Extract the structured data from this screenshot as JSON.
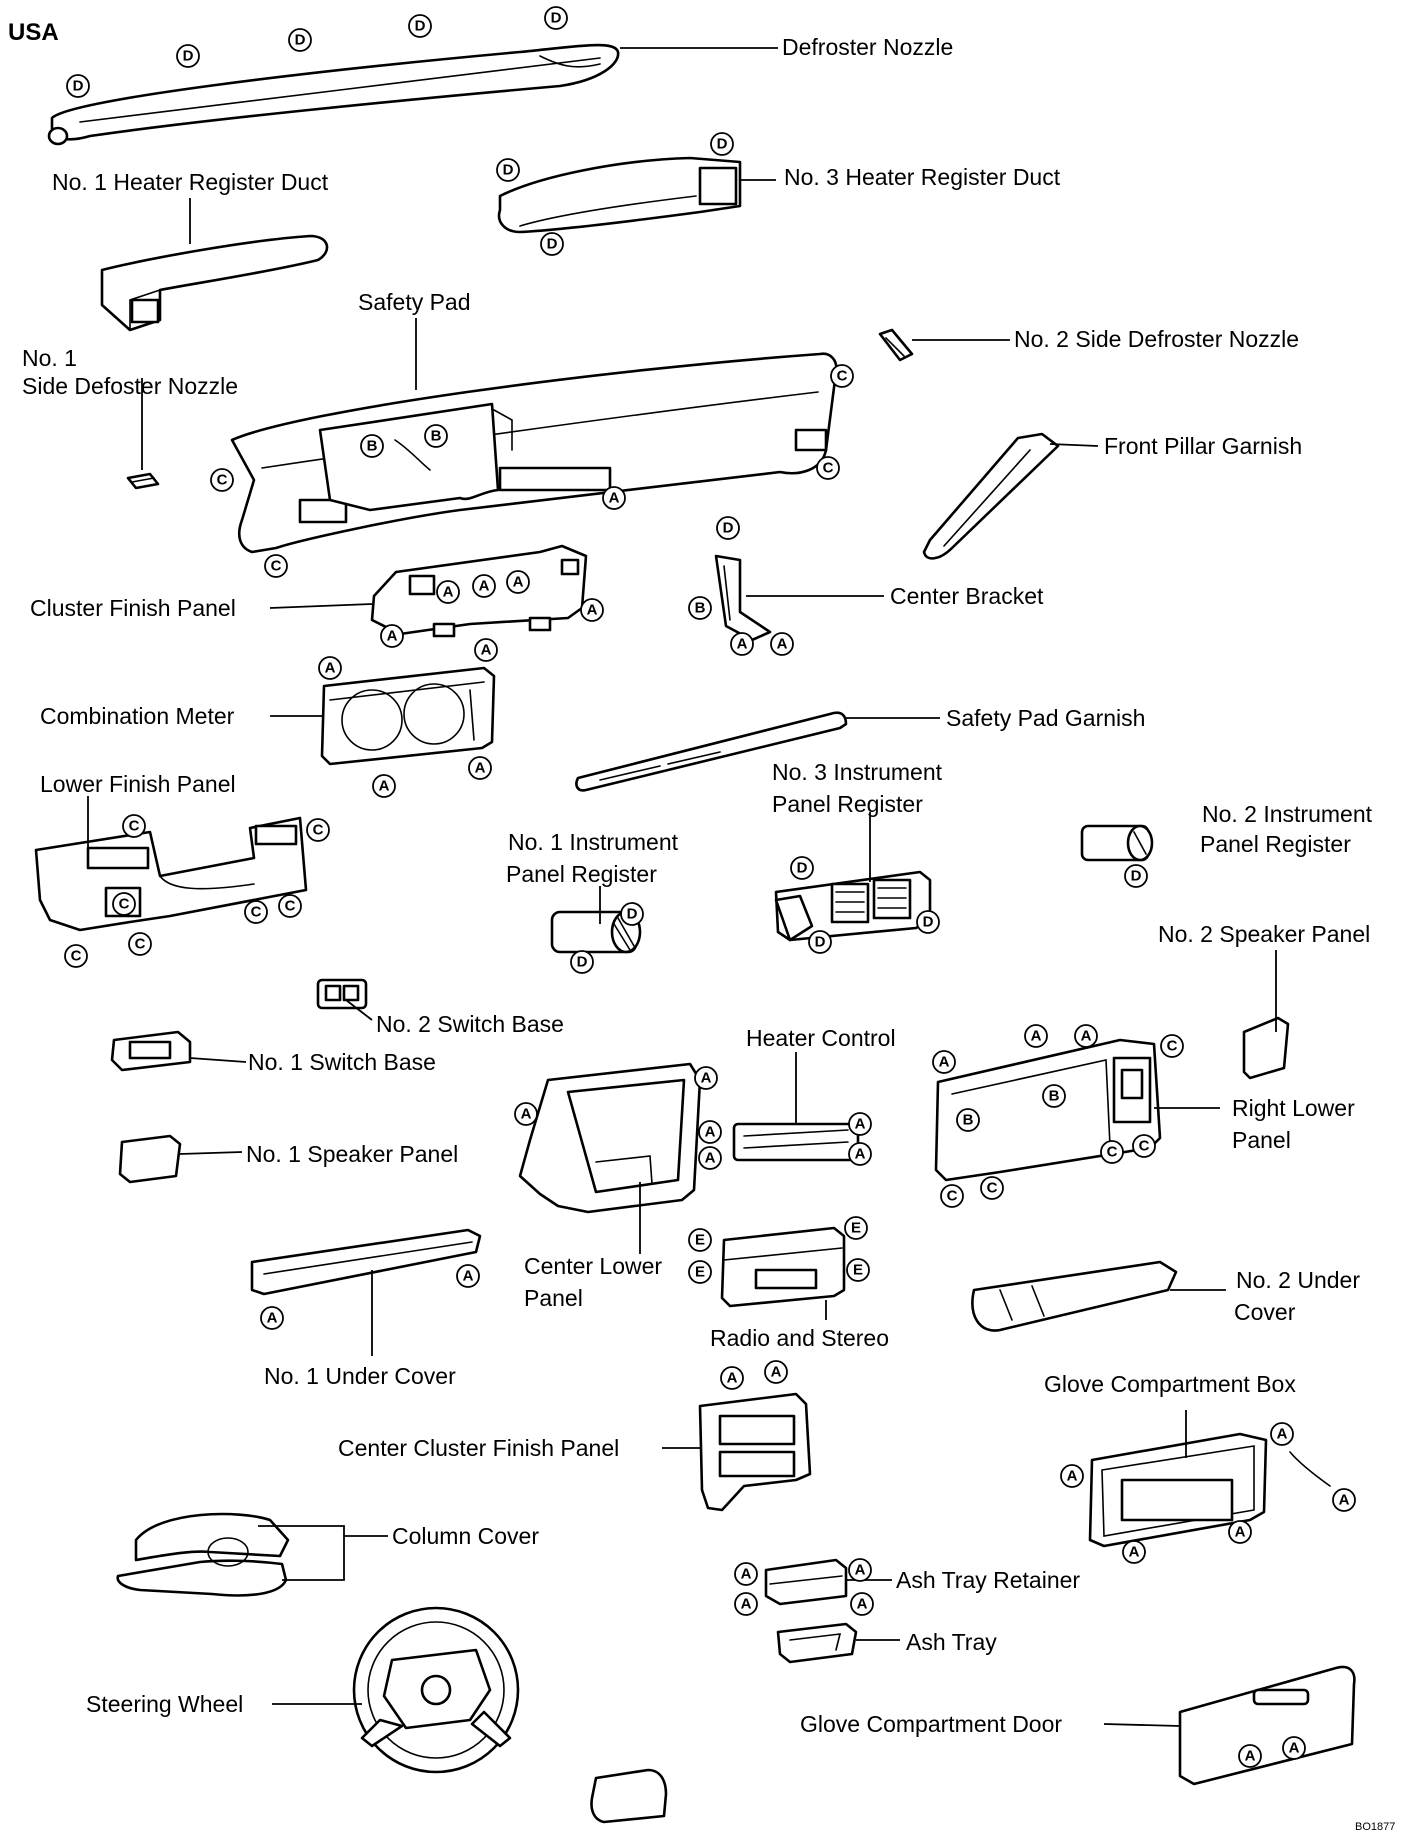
{
  "region": "USA",
  "code": "BO1877",
  "labels": {
    "defroster_nozzle": "Defroster Nozzle",
    "no1_heater_register_duct": "No. 1 Heater Register Duct",
    "no3_heater_register_duct": "No. 3 Heater Register Duct",
    "safety_pad": "Safety Pad",
    "no1_side_defroster_nozzle_line1": "No. 1",
    "no1_side_defroster_nozzle_line2": "Side Defoster Nozzle",
    "no2_side_defroster_nozzle": "No. 2 Side Defroster Nozzle",
    "front_pillar_garnish": "Front Pillar Garnish",
    "cluster_finish_panel": "Cluster Finish Panel",
    "center_bracket": "Center Bracket",
    "combination_meter": "Combination Meter",
    "safety_pad_garnish": "Safety Pad Garnish",
    "lower_finish_panel": "Lower Finish Panel",
    "no3_instrument_panel_register_line1": "No. 3 Instrument",
    "no3_instrument_panel_register_line2": "Panel Register",
    "no1_instrument_panel_register_line1": "No. 1 Instrument",
    "no1_instrument_panel_register_line2": "Panel Register",
    "no2_instrument_panel_register_line1": "No. 2 Instrument",
    "no2_instrument_panel_register_line2": "Panel Register",
    "no2_speaker_panel": "No. 2 Speaker Panel",
    "no2_switch_base": "No. 2 Switch Base",
    "no1_switch_base": "No. 1 Switch Base",
    "heater_control": "Heater Control",
    "right_lower_panel_line1": "Right Lower",
    "right_lower_panel_line2": "Panel",
    "no1_speaker_panel": "No. 1 Speaker Panel",
    "center_lower_panel_line1": "Center Lower",
    "center_lower_panel_line2": "Panel",
    "radio_and_stereo": "Radio and Stereo",
    "no2_under_cover_line1": "No. 2 Under",
    "no2_under_cover_line2": "Cover",
    "no1_under_cover": "No. 1 Under Cover",
    "glove_compartment_box": "Glove Compartment Box",
    "center_cluster_finish_panel": "Center Cluster Finish Panel",
    "column_cover": "Column Cover",
    "ash_tray_retainer": "Ash Tray Retainer",
    "ash_tray": "Ash Tray",
    "steering_wheel": "Steering Wheel",
    "glove_compartment_door": "Glove Compartment Door"
  },
  "markers": {
    "A": "A",
    "B": "B",
    "C": "C",
    "D": "D",
    "E": "E"
  }
}
